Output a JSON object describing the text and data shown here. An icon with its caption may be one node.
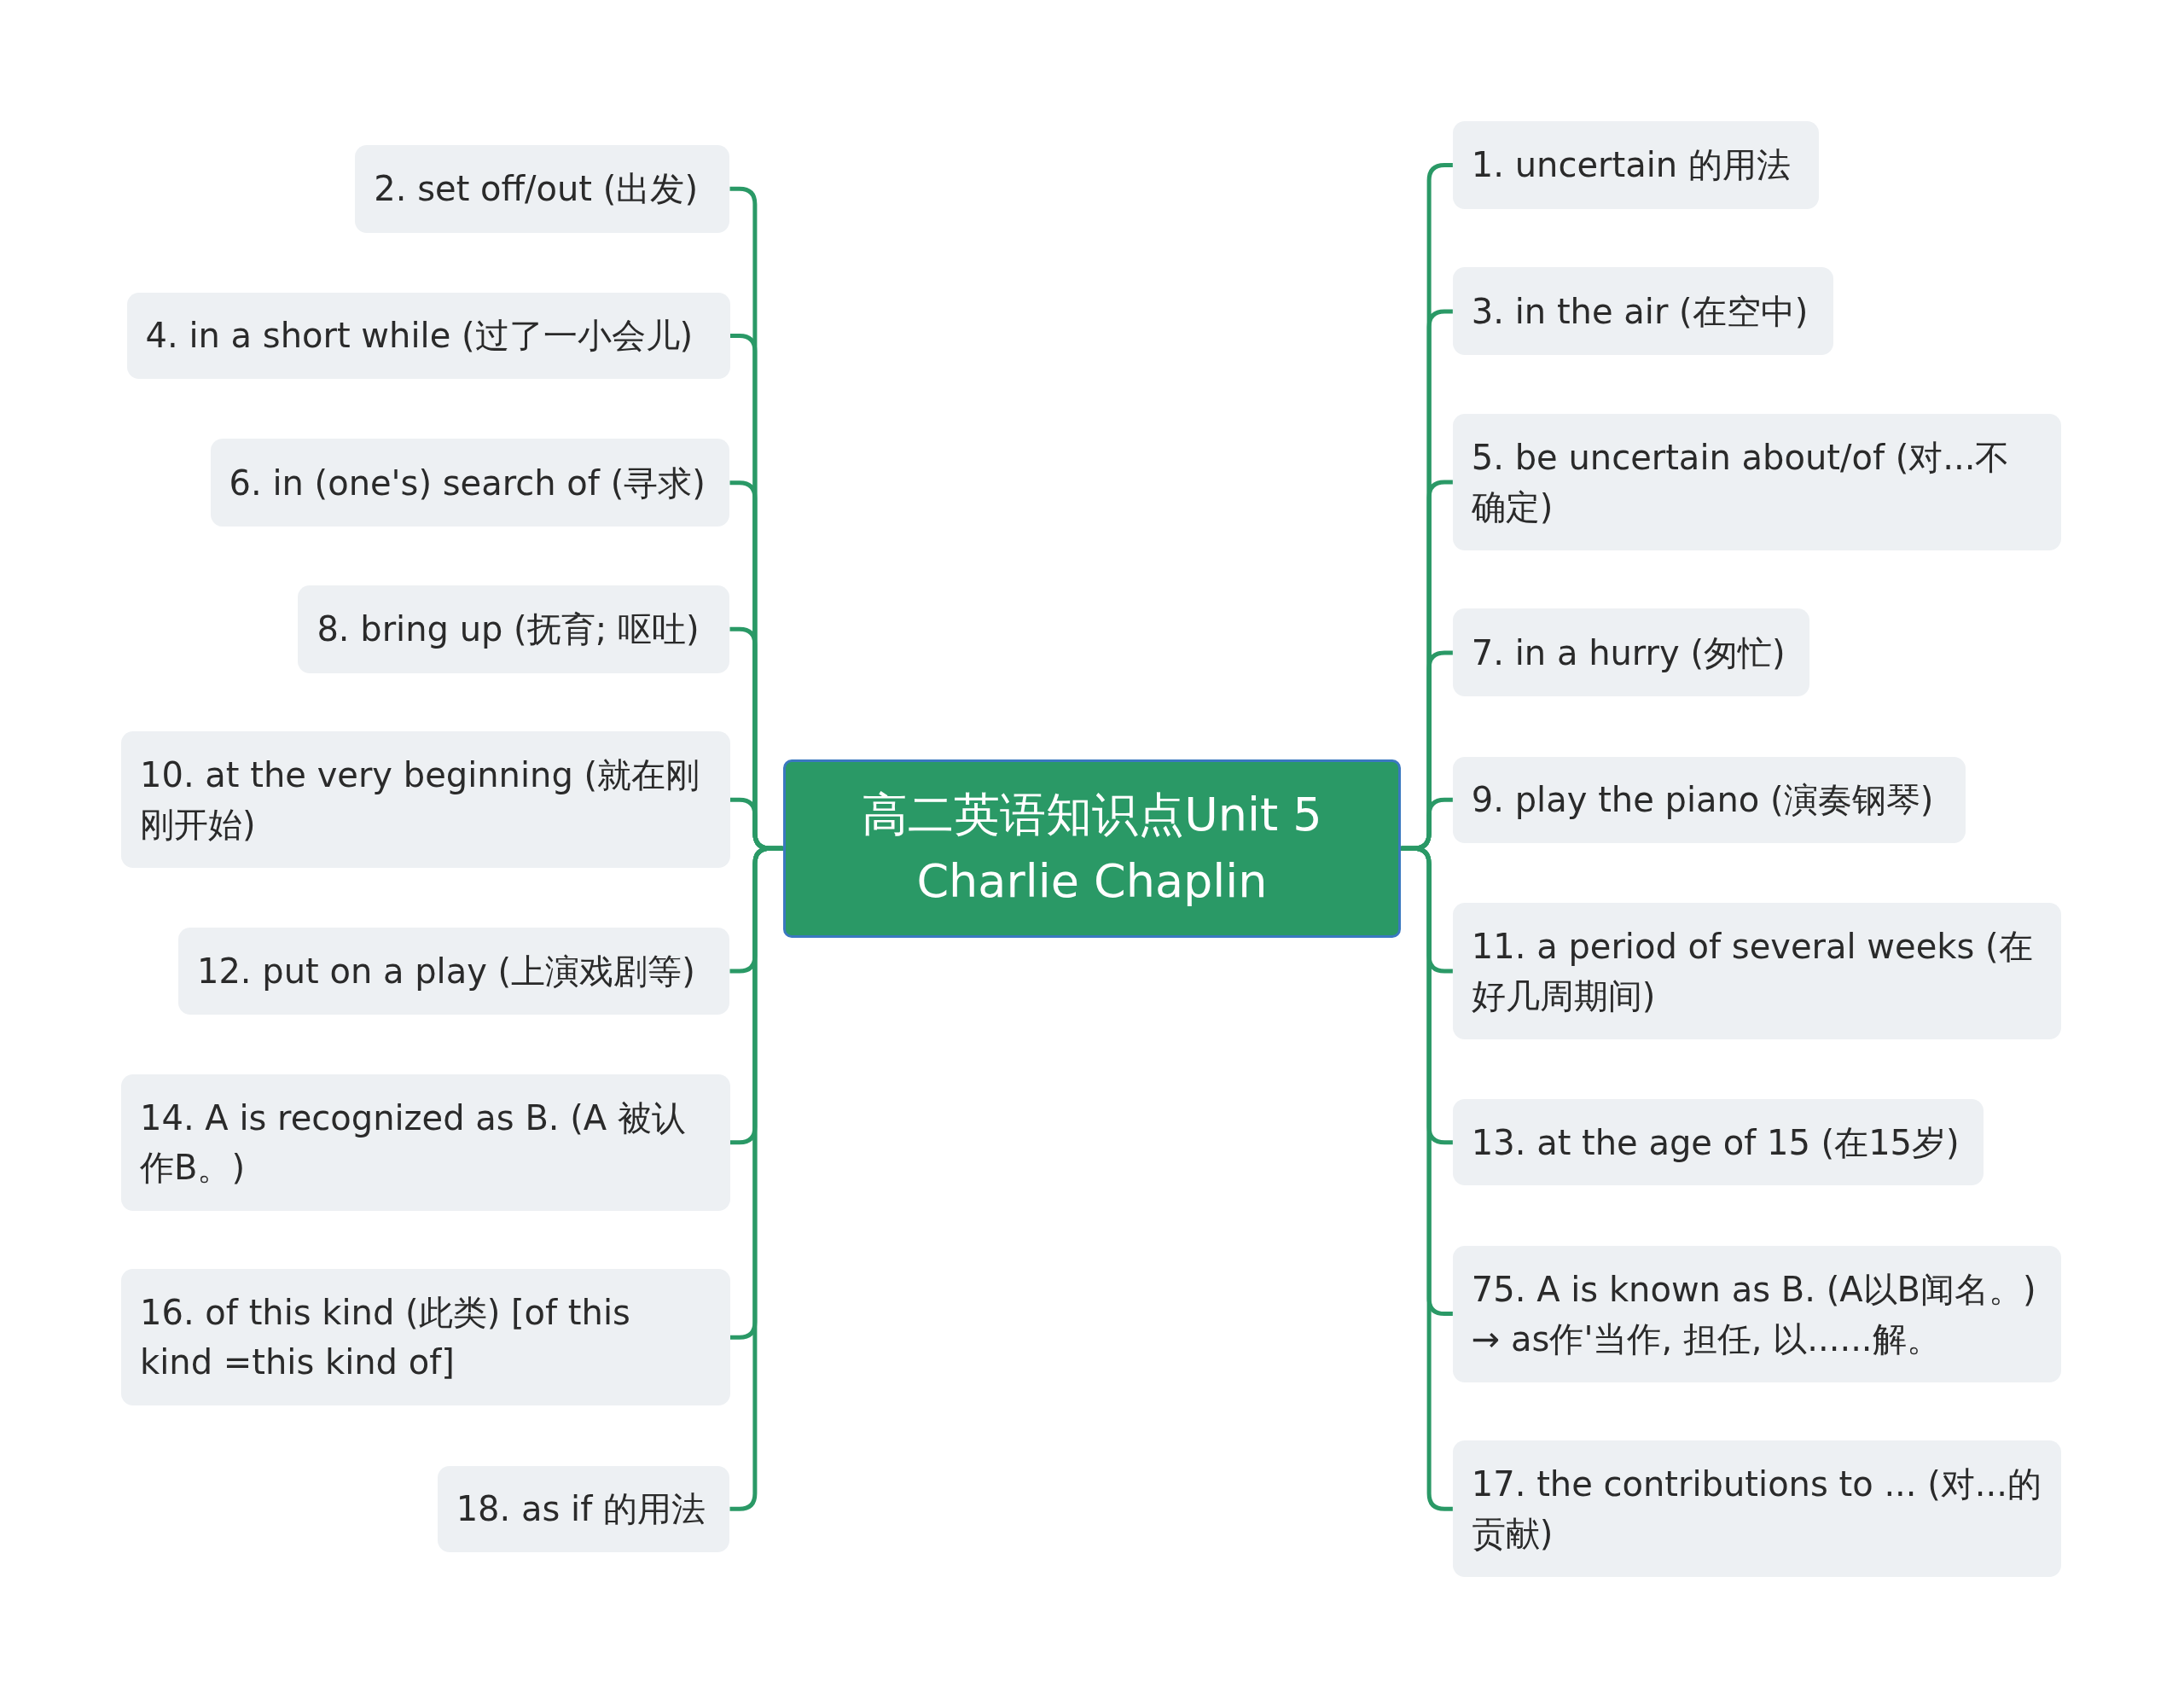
{
  "diagram": {
    "nodes": [
      {
        "text": [
          "高二英语知识点Unit 5 Charlie Chaplin"
        ]
      },
      {
        "text": [
          "1. uncertain 的用法"
        ]
      },
      {
        "text": [
          "2. set off/out (出发)"
        ]
      },
      {
        "text": [
          "3. in the air (在空中)"
        ]
      },
      {
        "text": [
          "4. in a short while (过了一小会儿)"
        ]
      },
      {
        "text": [
          "5. be uncertain about/of (对...不确定)"
        ]
      },
      {
        "text": [
          "6. in (one's) search of (寻求)"
        ]
      },
      {
        "text": [
          "7. in a hurry (匆忙)"
        ]
      },
      {
        "text": [
          "8. bring up (抚育; 呕吐)"
        ]
      },
      {
        "text": [
          "9. play the piano (演奏钢琴)"
        ]
      },
      {
        "text": [
          "10. at the very beginning (就在刚刚开始)"
        ]
      },
      {
        "text": [
          "11. a period of several weeks (在好几周期间)"
        ]
      },
      {
        "text": [
          "12. put on a play (上演戏剧等)"
        ]
      },
      {
        "text": [
          "13. at the age of 15 (在15岁)"
        ]
      },
      {
        "text": [
          "14. A is recognized as B. (A 被认作B。)"
        ]
      },
      {
        "text": [
          "75. A is known as B. (A以B闻名。) → as作'当作, 担任, 以......解。"
        ]
      },
      {
        "text": [
          "16. of this kind (此类) [of this kind =this kind of]"
        ]
      },
      {
        "text": [
          "17. the contributions to ... (对...的贡献)"
        ]
      },
      {
        "text": [
          "18. as if 的用法"
        ]
      }
    ],
    "edges": [
      {
        "from": 0,
        "to": 1,
        "arrow": "none"
      },
      {
        "from": 0,
        "to": 2,
        "arrow": "none"
      },
      {
        "from": 0,
        "to": 3,
        "arrow": "none"
      },
      {
        "from": 0,
        "to": 4,
        "arrow": "none"
      },
      {
        "from": 0,
        "to": 5,
        "arrow": "none"
      },
      {
        "from": 0,
        "to": 6,
        "arrow": "none"
      },
      {
        "from": 0,
        "to": 7,
        "arrow": "none"
      },
      {
        "from": 0,
        "to": 8,
        "arrow": "none"
      },
      {
        "from": 0,
        "to": 9,
        "arrow": "none"
      },
      {
        "from": 0,
        "to": 10,
        "arrow": "none"
      },
      {
        "from": 0,
        "to": 11,
        "arrow": "none"
      },
      {
        "from": 0,
        "to": 12,
        "arrow": "none"
      },
      {
        "from": 0,
        "to": 13,
        "arrow": "none"
      },
      {
        "from": 0,
        "to": 14,
        "arrow": "none"
      },
      {
        "from": 0,
        "to": 15,
        "arrow": "none"
      },
      {
        "from": 0,
        "to": 16,
        "arrow": "none"
      },
      {
        "from": 0,
        "to": 17,
        "arrow": "none"
      },
      {
        "from": 0,
        "to": 18,
        "arrow": "none"
      }
    ]
  }
}
